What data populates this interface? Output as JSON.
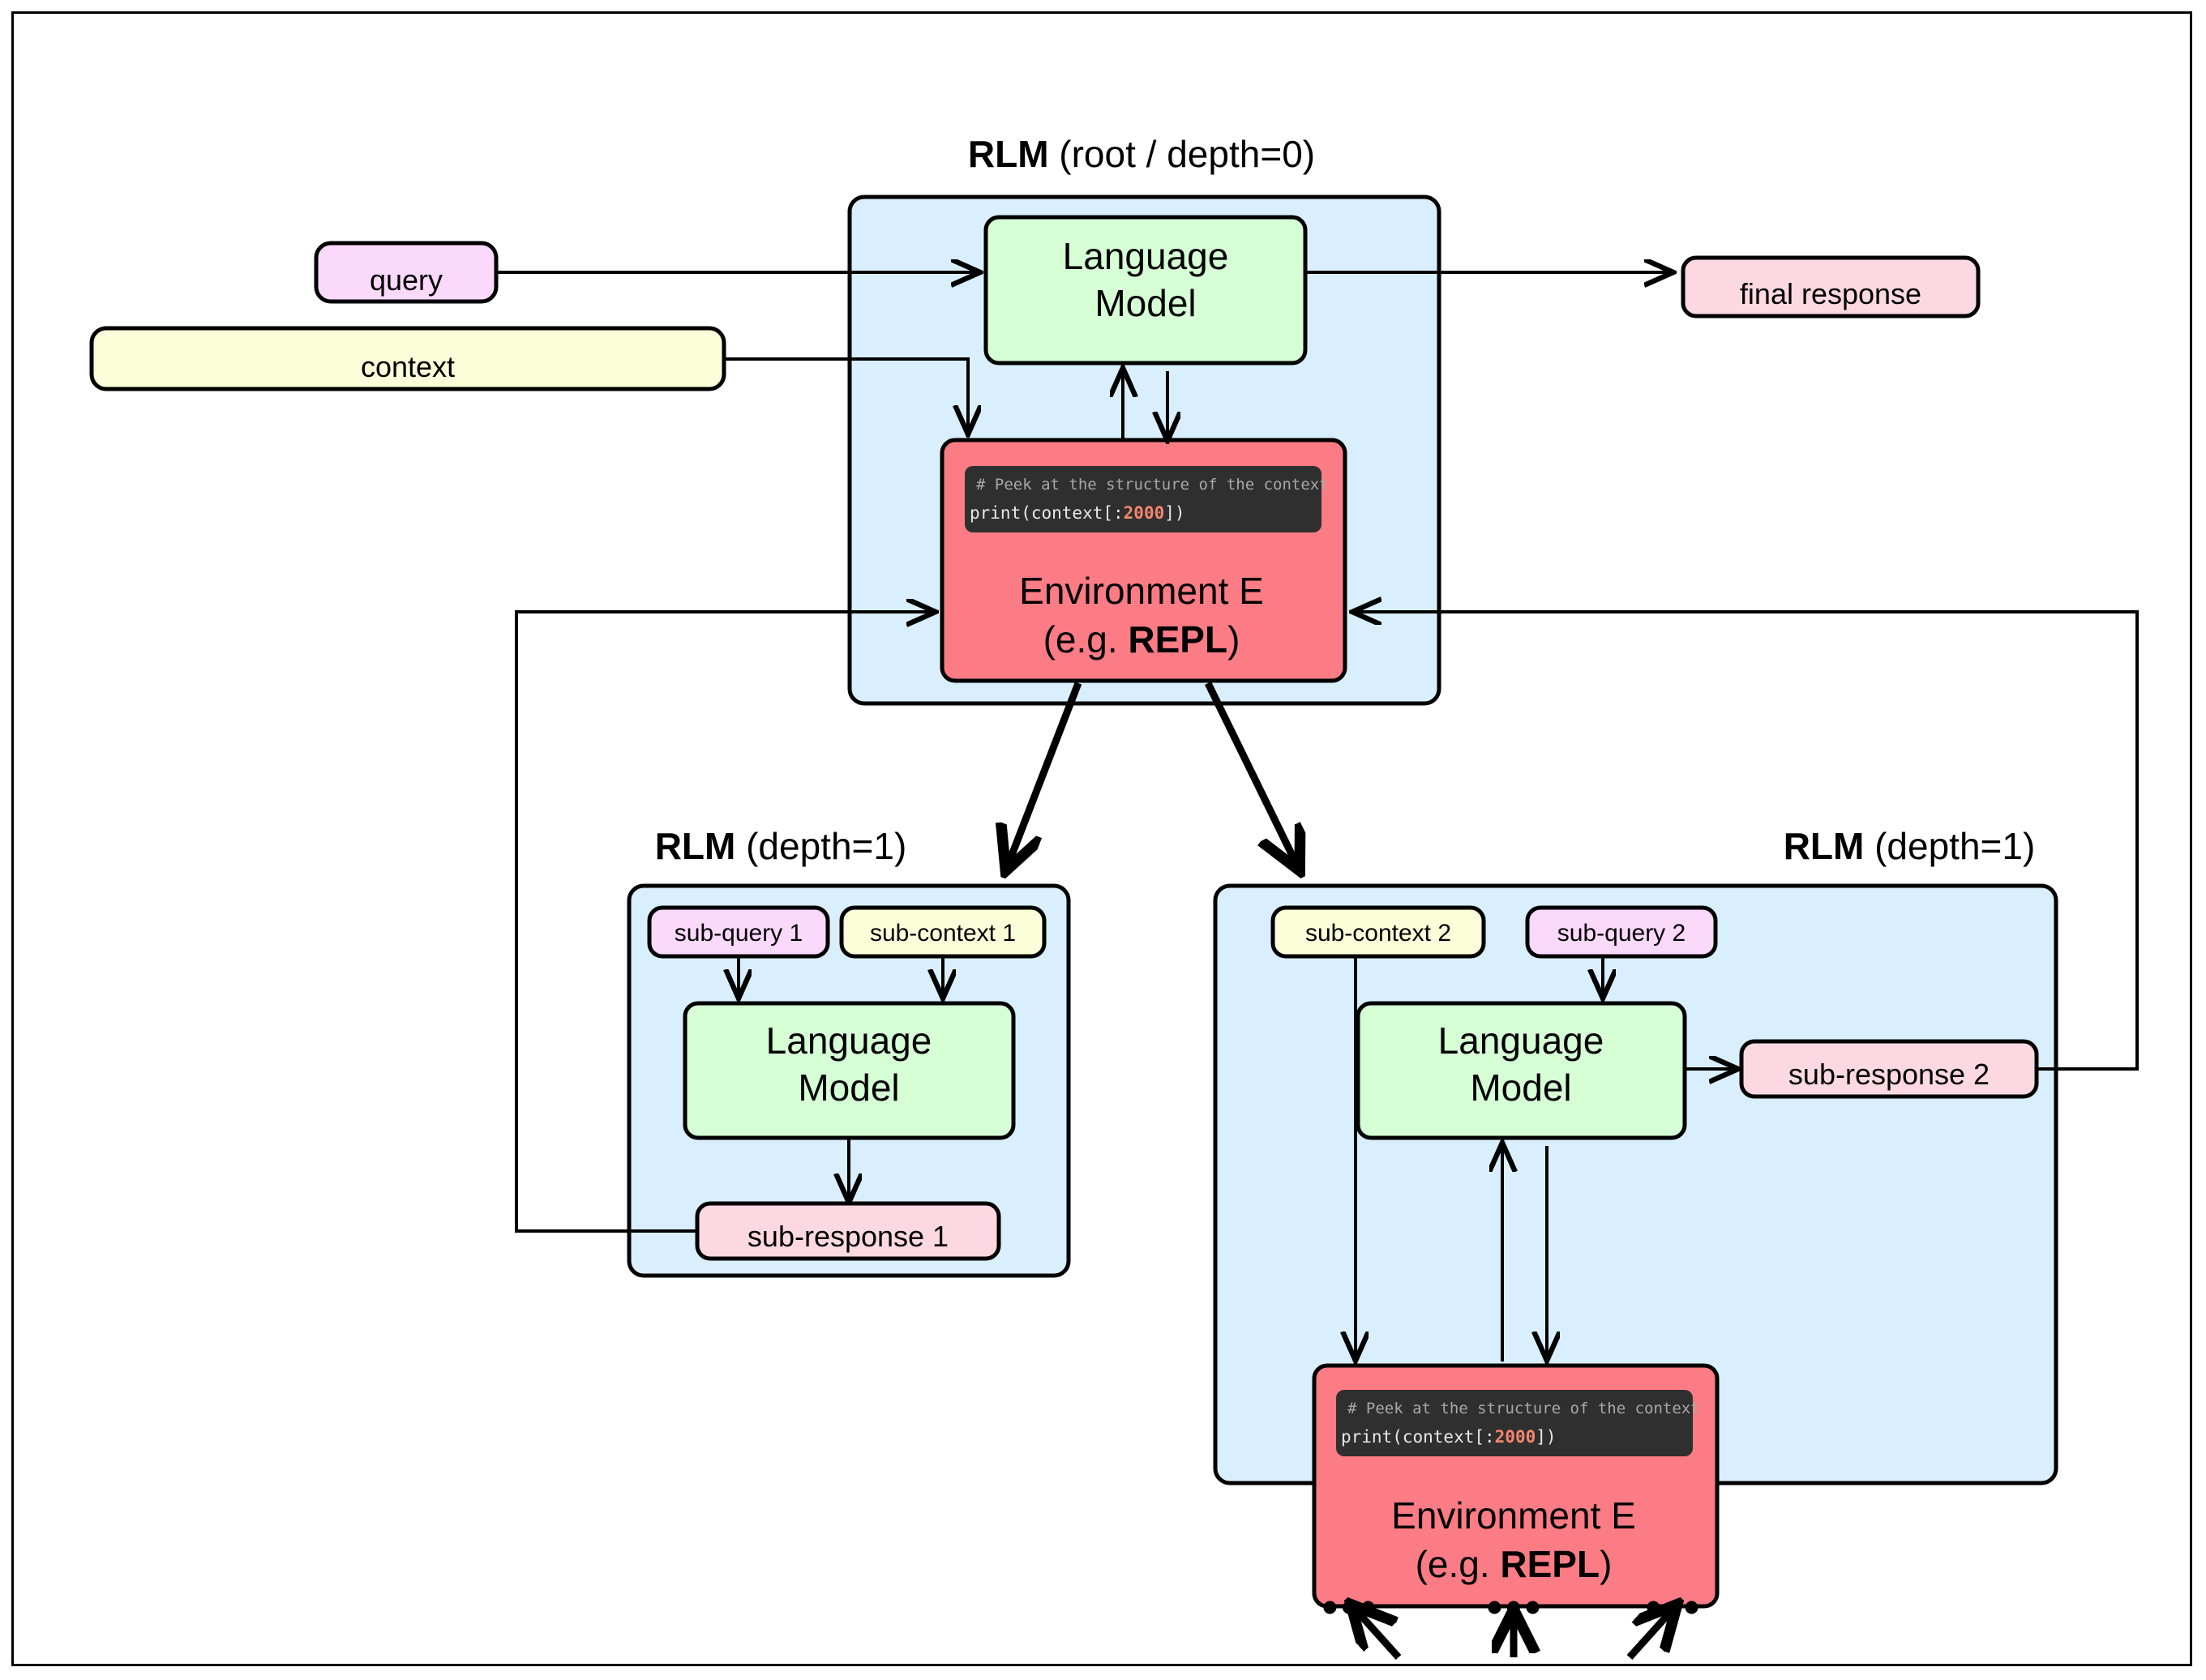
{
  "diagram": {
    "title_root_bold": "RLM",
    "title_root_rest": " (root / depth=0)",
    "title_depth1_left_bold": "RLM",
    "title_depth1_left_rest": " (depth=1)",
    "title_depth1_right_bold": "RLM",
    "title_depth1_right_rest": " (depth=1)"
  },
  "root": {
    "inputs": {
      "query": "query",
      "context": "context"
    },
    "language_model": {
      "line1": "Language",
      "line2": "Model"
    },
    "environment": {
      "line1": "Environment E",
      "line2_prefix": "(e.g. ",
      "line2_bold": "REPL",
      "line2_suffix": ")"
    },
    "code": {
      "comment": "# Peek at the structure of the context",
      "call_prefix": "print(context[:",
      "number": "2000",
      "call_suffix": "])"
    },
    "output": {
      "final_response": "final response"
    }
  },
  "depth1_left": {
    "sub_query": "sub-query 1",
    "sub_context": "sub-context 1",
    "language_model": {
      "line1": "Language",
      "line2": "Model"
    },
    "sub_response": "sub-response 1"
  },
  "depth1_right": {
    "sub_context": "sub-context 2",
    "sub_query": "sub-query 2",
    "language_model": {
      "line1": "Language",
      "line2": "Model"
    },
    "sub_response": "sub-response 2",
    "environment": {
      "line1": "Environment E",
      "line2_prefix": "(e.g. ",
      "line2_bold": "REPL",
      "line2_suffix": ")"
    },
    "code": {
      "comment": "# Peek at the structure of the context",
      "call_prefix": "print(context[:",
      "number": "2000",
      "call_suffix": "])"
    },
    "ellipsis": [
      "•••",
      "•••",
      "•••"
    ]
  },
  "colors": {
    "panel_blue": "#d9effd",
    "lm_green": "#d6ffd6",
    "env_red": "#fb7c85",
    "query_pink": "#fbd9fb",
    "context_yellow": "#fbffd9",
    "response_pink": "#fcd9e2",
    "code_bg": "#2f2f2f",
    "code_number": "#f4866f",
    "stroke": "#000000"
  }
}
